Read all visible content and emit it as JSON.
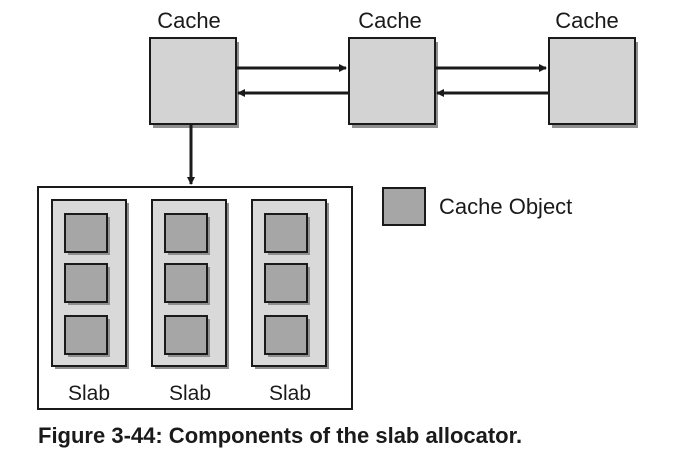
{
  "diagram": {
    "caches": [
      {
        "label": "Cache"
      },
      {
        "label": "Cache"
      },
      {
        "label": "Cache"
      }
    ],
    "slabs": [
      {
        "label": "Slab",
        "objects": 3
      },
      {
        "label": "Slab",
        "objects": 3
      },
      {
        "label": "Slab",
        "objects": 3
      }
    ],
    "legend": {
      "label": "Cache Object"
    },
    "caption": "Figure 3-44: Components of the slab allocator.",
    "colors": {
      "box_fill": "#d3d3d3",
      "object_fill": "#a6a6a6",
      "slab_fill": "#d9d9d9",
      "shadow": "#8f8f8f",
      "stroke": "#1a1a1a",
      "background": "#ffffff"
    }
  }
}
